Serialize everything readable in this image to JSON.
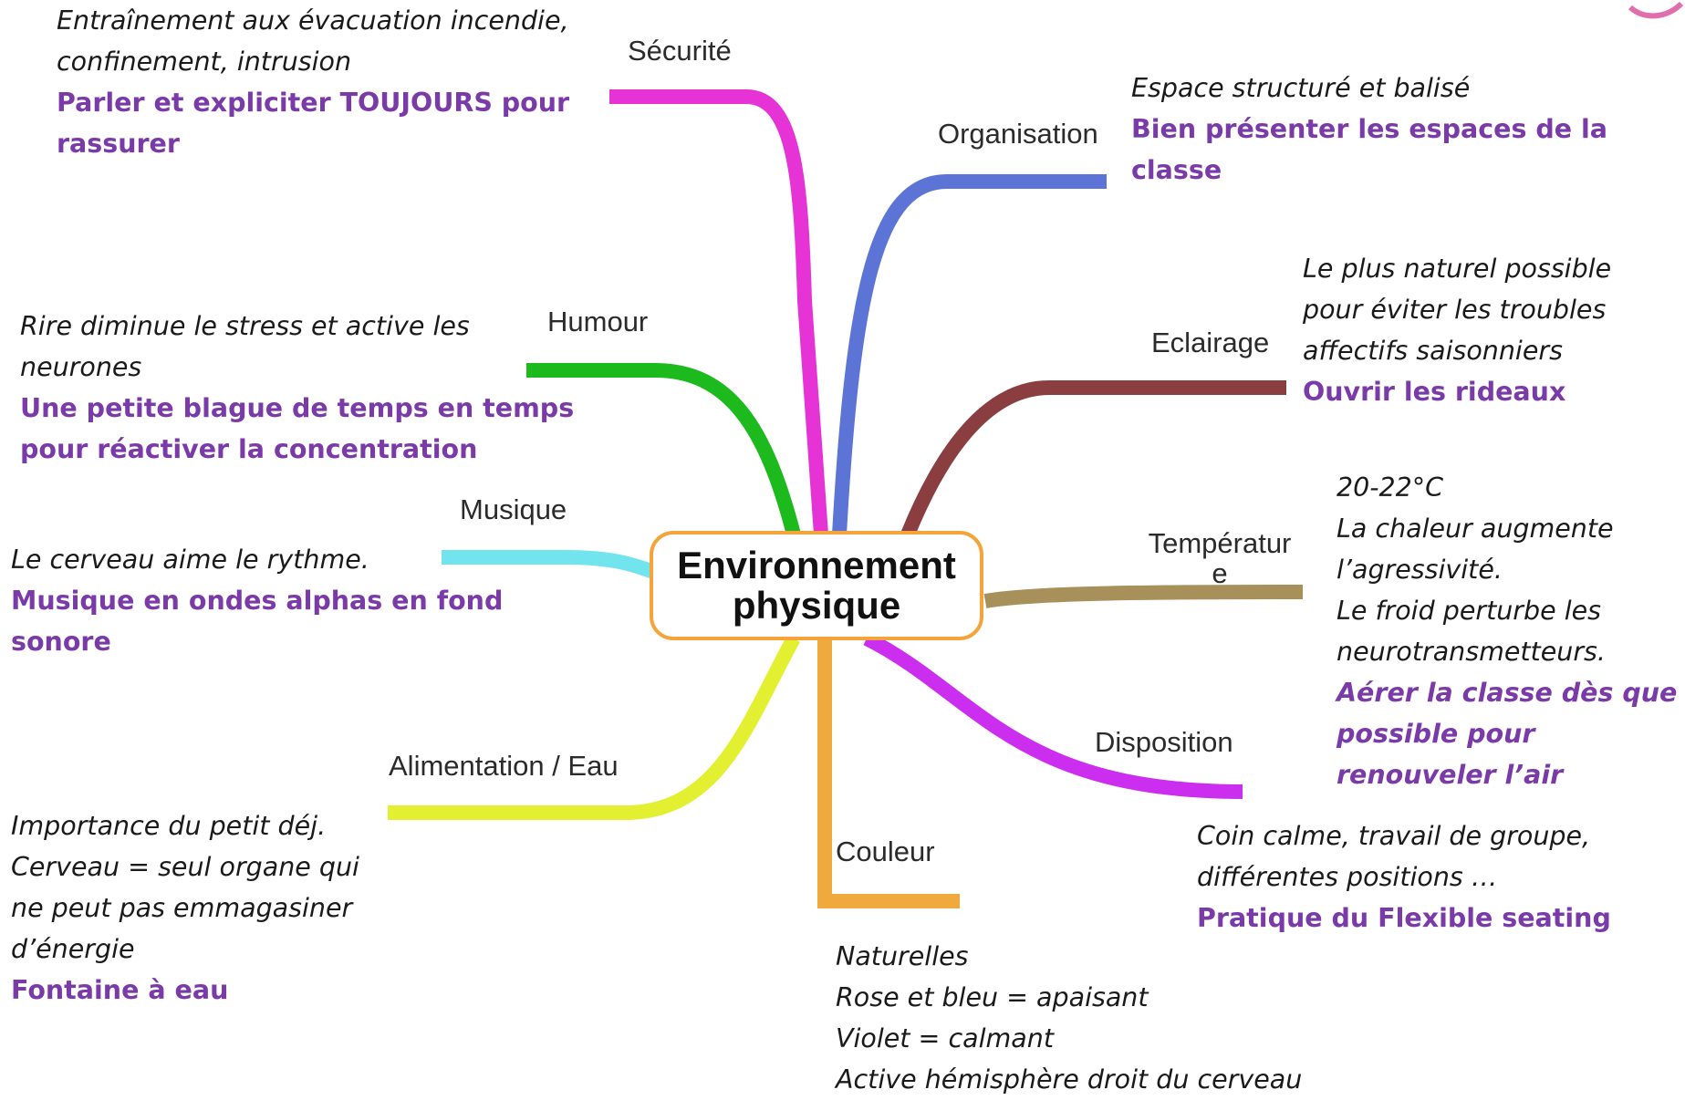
{
  "center": {
    "line1": "Environnement",
    "line2": "physique"
  },
  "branches": [
    {
      "id": "securite",
      "label": "Sécurité",
      "color": "#e533d6"
    },
    {
      "id": "organisation",
      "label": "Organisation",
      "color": "#5b74d6"
    },
    {
      "id": "eclairage",
      "label": "Eclairage",
      "color": "#8b3e40"
    },
    {
      "id": "temperature",
      "label": "Températur e",
      "color": "#a8905a"
    },
    {
      "id": "disposition",
      "label": "Disposition",
      "color": "#cc2ef0"
    },
    {
      "id": "couleur",
      "label": "Couleur",
      "color": "#f0a93c"
    },
    {
      "id": "alimentation",
      "label": "Alimentation / Eau",
      "color": "#e3f032"
    },
    {
      "id": "musique",
      "label": "Musique",
      "color": "#72e4ee"
    },
    {
      "id": "humour",
      "label": "Humour",
      "color": "#1cba1c"
    }
  ],
  "notes": {
    "securite": {
      "italic": [
        "Entraînement aux évacuation incendie,",
        "confinement, intrusion"
      ],
      "bold": [
        "Parler et expliciter TOUJOURS pour",
        "rassurer"
      ]
    },
    "organisation": {
      "italic": [
        "Espace structuré et balisé"
      ],
      "bold": [
        "Bien présenter les espaces de la classe"
      ]
    },
    "eclairage": {
      "italic": [
        "Le plus naturel possible",
        "pour éviter les troubles",
        "affectifs saisonniers"
      ],
      "bold": [
        "Ouvrir les rideaux"
      ]
    },
    "temperature": {
      "italic": [
        "20-22°C",
        "La chaleur augmente",
        "l’agressivité.",
        "Le froid perturbe les",
        "neurotransmetteurs."
      ],
      "bold": [
        "Aérer la classe dès que",
        "possible pour",
        "renouveler l’air"
      ]
    },
    "disposition": {
      "italic": [
        "Coin calme, travail de groupe,",
        "différentes positions …"
      ],
      "bold": [
        "Pratique du Flexible seating"
      ]
    },
    "couleur": {
      "italic": [
        "Naturelles",
        "Rose et bleu = apaisant",
        "Violet = calmant",
        "Active hémisphère droit du cerveau"
      ],
      "bold": []
    },
    "alimentation": {
      "italic": [
        "Importance du petit déj.",
        "Cerveau = seul organe qui",
        "ne peut pas emmagasiner",
        "d’énergie"
      ],
      "bold": [
        "Fontaine à eau"
      ]
    },
    "musique": {
      "italic": [
        "Le cerveau aime le rythme."
      ],
      "bold": [
        "Musique en ondes alphas en fond",
        "sonore"
      ]
    },
    "humour": {
      "italic": [
        "Rire diminue le stress et active les",
        "neurones"
      ],
      "bold": [
        "Une petite blague de temps en temps",
        "pour réactiver la concentration"
      ]
    }
  },
  "colors": {
    "center_border": "#f4a43a",
    "bold_text": "#7a3aa8",
    "corner_decoration": "#e06fae"
  }
}
